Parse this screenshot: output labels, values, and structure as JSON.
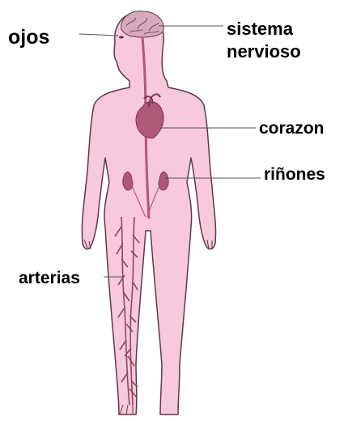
{
  "labels": {
    "ojos": "ojos",
    "sistema_line1": "sistema",
    "sistema_line2": "nervioso",
    "corazon": "corazon",
    "rinones": "riñones",
    "arterias": "arterias"
  },
  "colors": {
    "skin": "#f8c8dd",
    "outline": "#5a3a48",
    "organ": "#b05878",
    "organ_dark": "#7a3450",
    "artery": "#8a4a62",
    "leader": "#555555"
  }
}
